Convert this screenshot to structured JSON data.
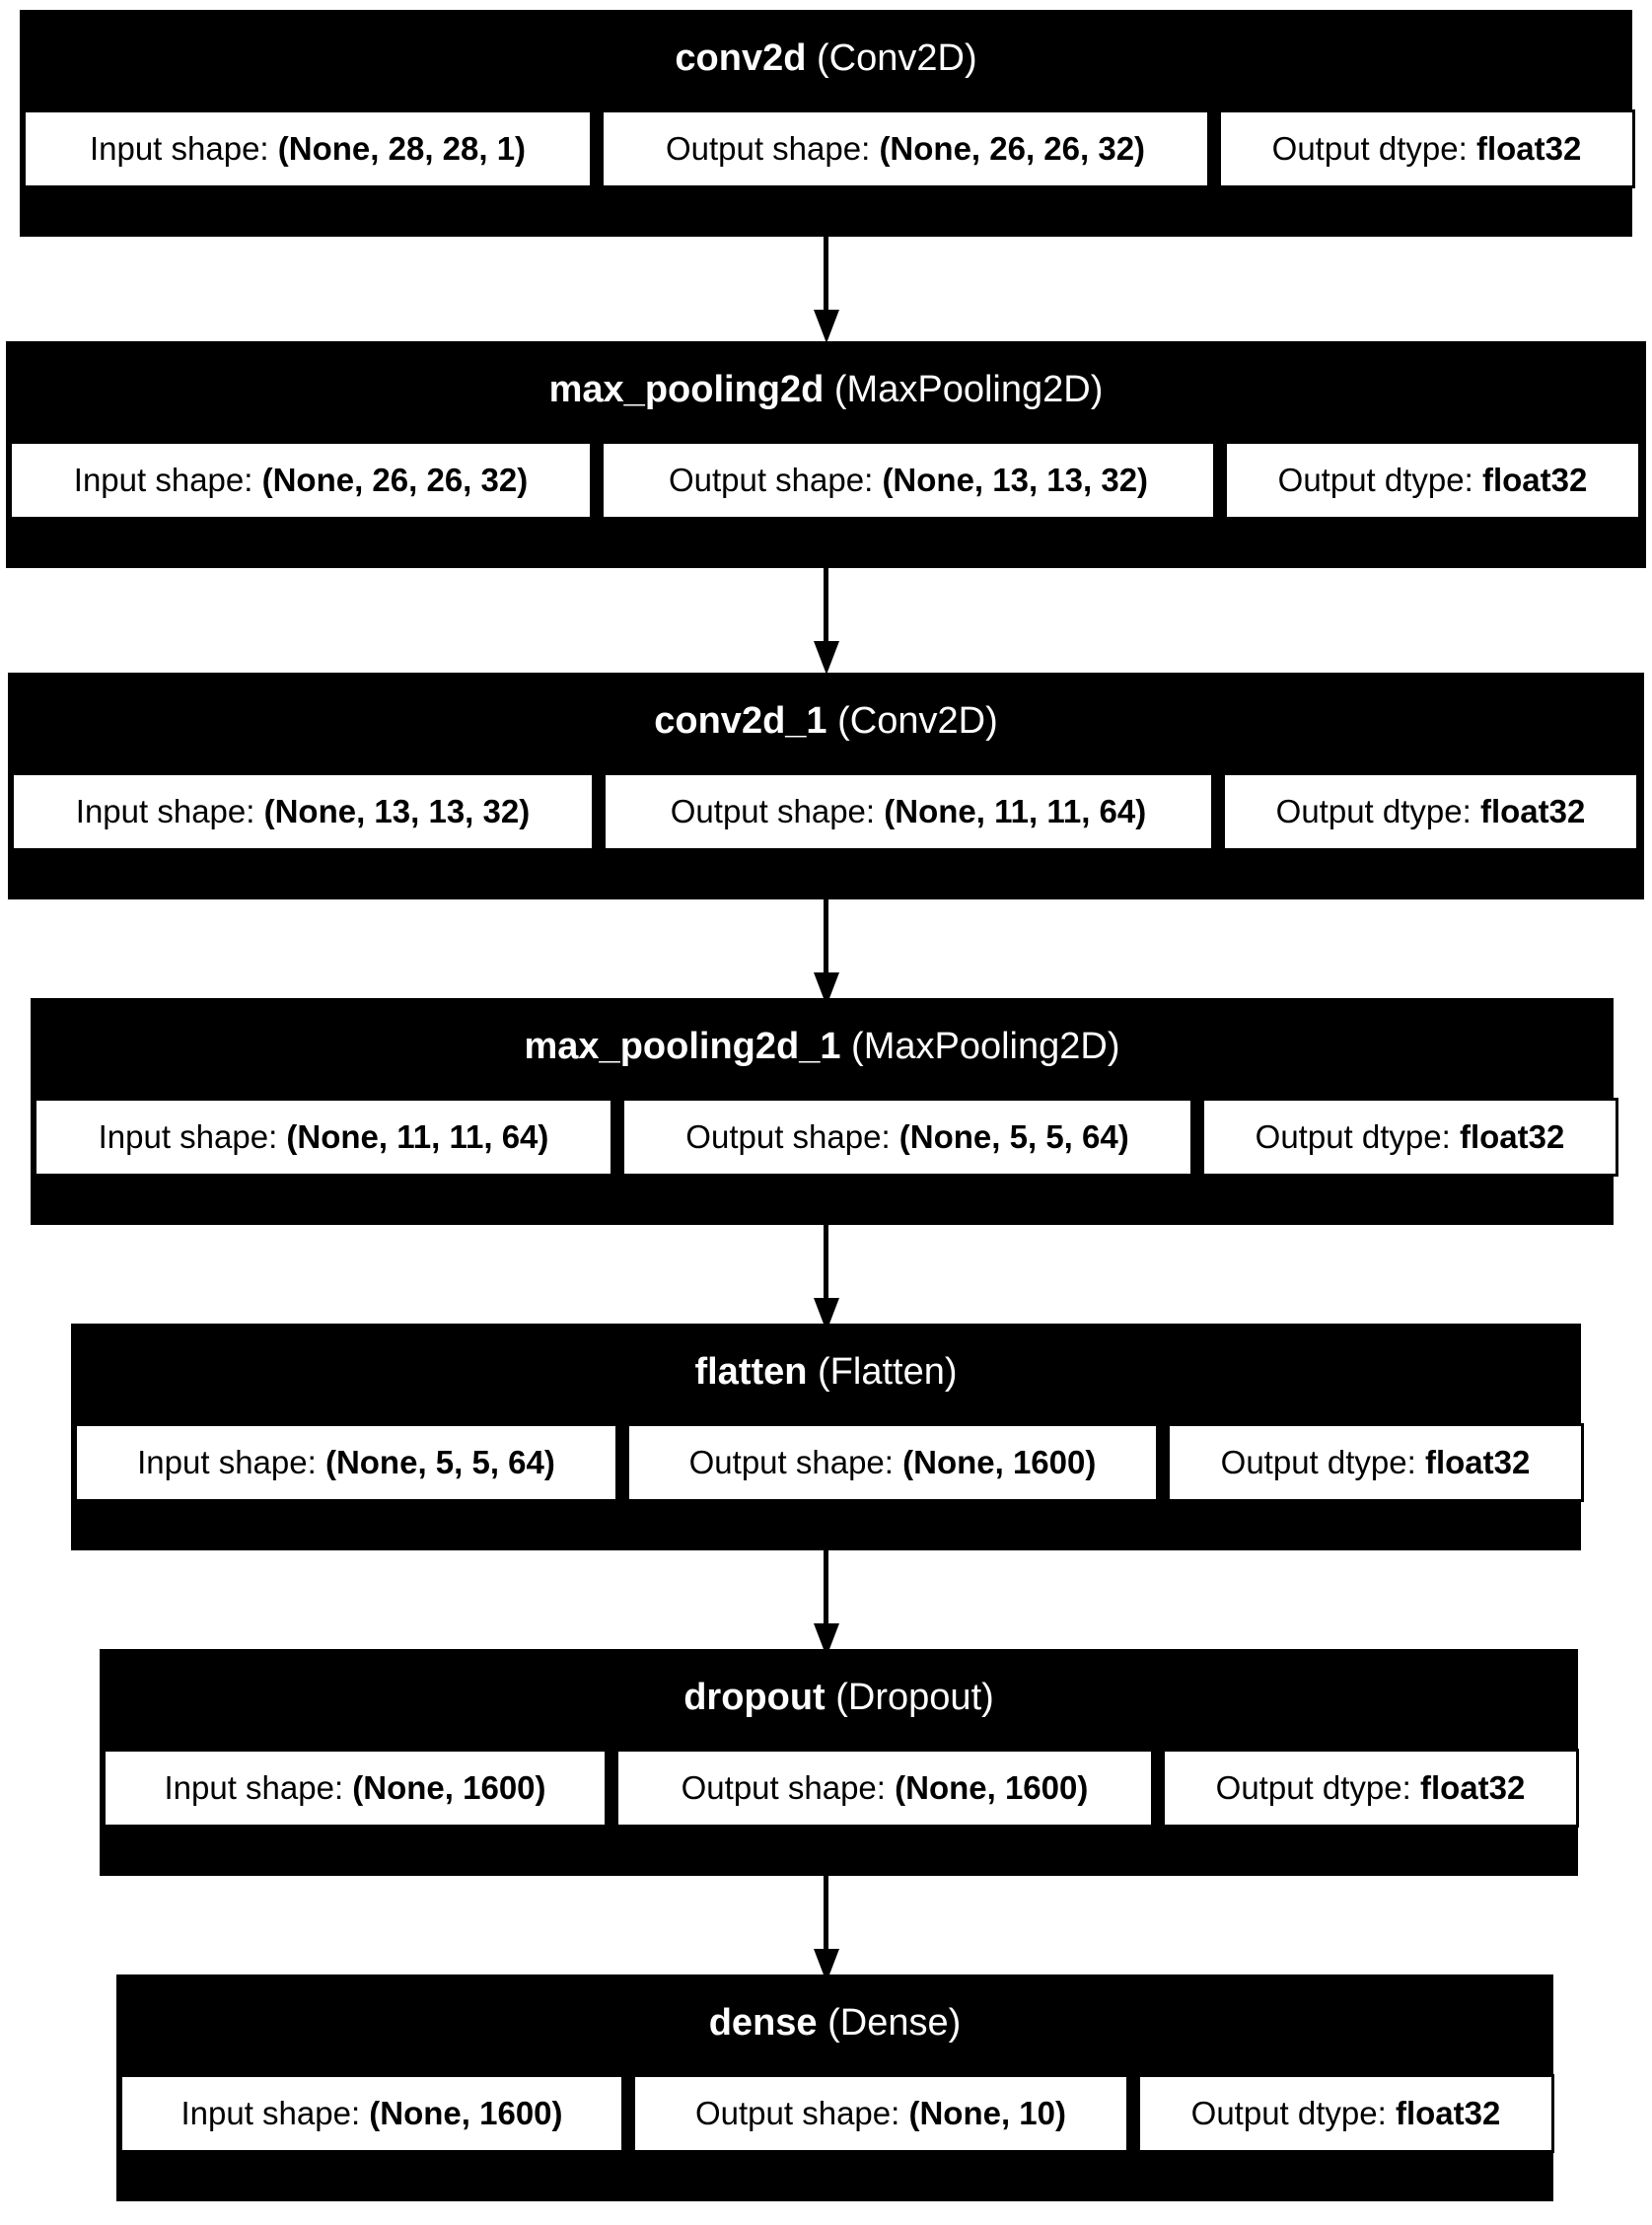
{
  "diagram": {
    "type": "keras-model-plot",
    "orientation": "vertical",
    "background_color": "#ffffff",
    "node_fill_color": "#000000",
    "node_title_color": "#ffffff",
    "field_fill_color": "#ffffff",
    "field_text_color": "#000000",
    "edge_color": "#000000",
    "field_labels": {
      "input_shape": "Input shape:",
      "output_shape": "Output shape:",
      "output_dtype": "Output dtype:"
    },
    "layers": [
      {
        "name": "conv2d",
        "class": "(Conv2D)",
        "input_shape": "(None, 28, 28, 1)",
        "output_shape": "(None, 26, 26, 32)",
        "output_dtype": "float32"
      },
      {
        "name": "max_pooling2d",
        "class": "(MaxPooling2D)",
        "input_shape": "(None, 26, 26, 32)",
        "output_shape": "(None, 13, 13, 32)",
        "output_dtype": "float32"
      },
      {
        "name": "conv2d_1",
        "class": "(Conv2D)",
        "input_shape": "(None, 13, 13, 32)",
        "output_shape": "(None, 11, 11, 64)",
        "output_dtype": "float32"
      },
      {
        "name": "max_pooling2d_1",
        "class": "(MaxPooling2D)",
        "input_shape": "(None, 11, 11, 64)",
        "output_shape": "(None, 5, 5, 64)",
        "output_dtype": "float32"
      },
      {
        "name": "flatten",
        "class": "(Flatten)",
        "input_shape": "(None, 5, 5, 64)",
        "output_shape": "(None, 1600)",
        "output_dtype": "float32"
      },
      {
        "name": "dropout",
        "class": "(Dropout)",
        "input_shape": "(None, 1600)",
        "output_shape": "(None, 1600)",
        "output_dtype": "float32"
      },
      {
        "name": "dense",
        "class": "(Dense)",
        "input_shape": "(None, 1600)",
        "output_shape": "(None, 10)",
        "output_dtype": "float32"
      }
    ],
    "edges": [
      {
        "from": "conv2d",
        "to": "max_pooling2d"
      },
      {
        "from": "max_pooling2d",
        "to": "conv2d_1"
      },
      {
        "from": "conv2d_1",
        "to": "max_pooling2d_1"
      },
      {
        "from": "max_pooling2d_1",
        "to": "flatten"
      },
      {
        "from": "flatten",
        "to": "dropout"
      },
      {
        "from": "dropout",
        "to": "dense"
      }
    ]
  }
}
